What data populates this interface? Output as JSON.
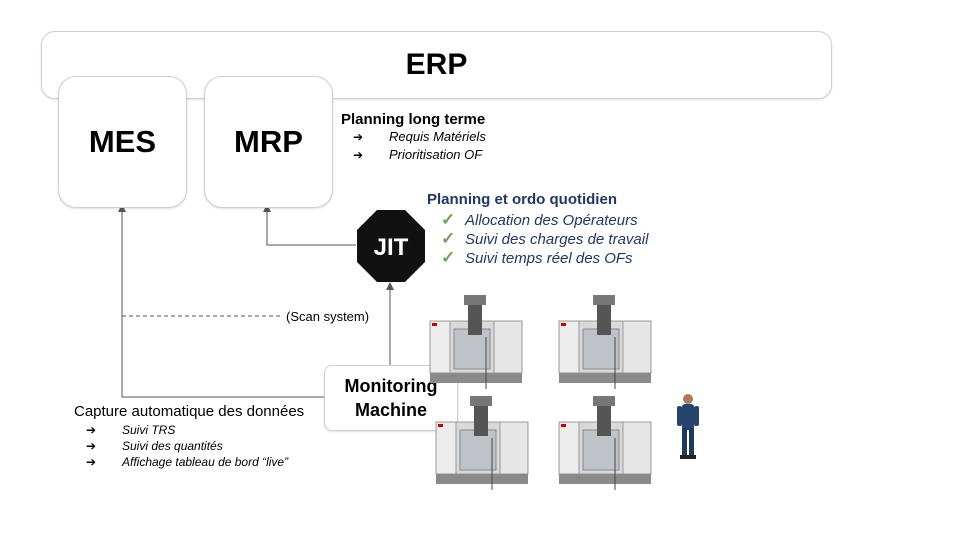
{
  "erp": "ERP",
  "mes": "MES",
  "mrp": "MRP",
  "jit": "JIT",
  "monitoring": {
    "line1": "Monitoring",
    "line2": "Machine"
  },
  "planning_long": {
    "title": "Planning long terme",
    "items": [
      "Requis Matériels",
      "Prioritisation OF"
    ]
  },
  "planning_quotidien": {
    "title": "Planning et ordo quotidien",
    "items": [
      "Allocation des Opérateurs",
      "Suivi des charges de travail",
      "Suivi temps réel des OFs"
    ]
  },
  "scan_label": "(Scan system)",
  "capture": {
    "title": "Capture automatique des données",
    "items": [
      "Suivi TRS",
      "Suivi des quantités",
      "Affichage tableau de bord “live”"
    ]
  },
  "icons": {
    "arrow": "➔",
    "check": "✓"
  },
  "colors": {
    "check": "#6aa84f",
    "green_text": "#1f3864",
    "jit_bg": "#111111"
  }
}
